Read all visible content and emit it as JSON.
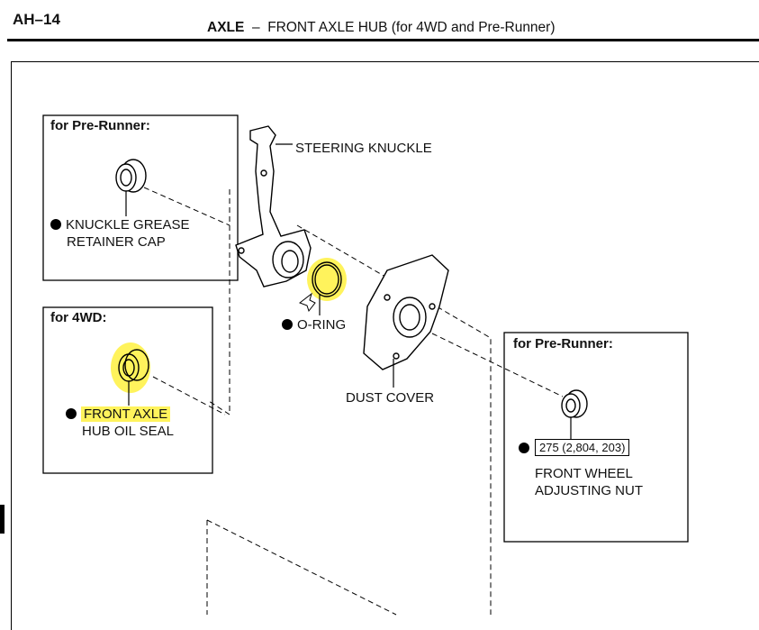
{
  "header": {
    "page_id": "AH–14",
    "section": "AXLE",
    "separator": "–",
    "title": "FRONT AXLE HUB (for 4WD and Pre-Runner)"
  },
  "boxes": {
    "pre_runner_top": {
      "title": "for Pre-Runner:"
    },
    "four_wd": {
      "title": "for 4WD:"
    },
    "pre_runner_right": {
      "title": "for Pre-Runner:"
    }
  },
  "labels": {
    "steering_knuckle": "STEERING KNUCKLE",
    "grease_cap_line1": "KNUCKLE GREASE",
    "grease_cap_line2": "RETAINER CAP",
    "o_ring": "O-RING",
    "dust_cover": "DUST COVER",
    "oil_seal_line1": "FRONT AXLE",
    "oil_seal_line2": "HUB OIL SEAL",
    "torque_spec": "275 (2,804, 203)",
    "adjusting_nut_line1": "FRONT WHEEL",
    "adjusting_nut_line2": "ADJUSTING NUT"
  },
  "colors": {
    "highlight": "#fff35c",
    "line": "#000000"
  }
}
